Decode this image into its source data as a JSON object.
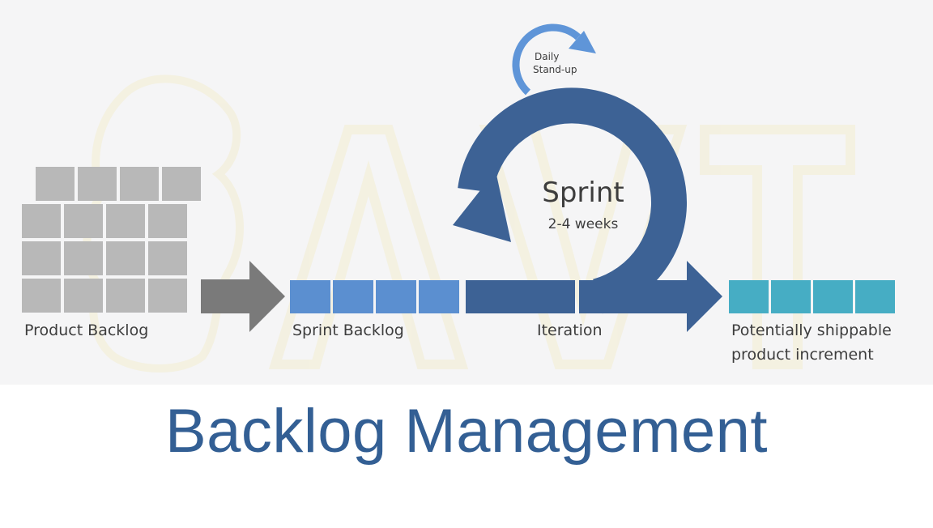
{
  "diagram": {
    "daily_standup_line1": "Daily",
    "daily_standup_line2": "Stand-up",
    "sprint_title": "Sprint",
    "sprint_duration": "2-4 weeks",
    "product_backlog_label": "Product Backlog",
    "sprint_backlog_label": "Sprint Backlog",
    "iteration_label": "Iteration",
    "increment_label_line1": "Potentially shippable",
    "increment_label_line2": "product increment",
    "watermark_text": "AVT"
  },
  "page": {
    "title": "Backlog Management"
  },
  "colors": {
    "backlog_block": "#b8b8b8",
    "sprint_backlog_block": "#5b8fd0",
    "iteration_blue": "#3d6295",
    "increment_block": "#46adc4",
    "title_blue": "#335f94",
    "standup_blue": "#5f95d8"
  }
}
